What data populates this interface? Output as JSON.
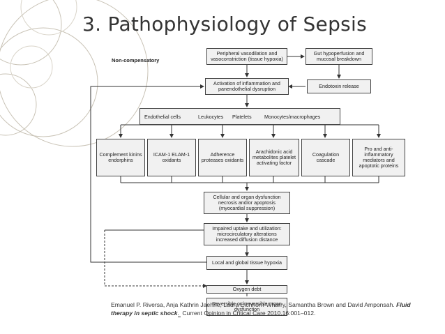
{
  "slide": {
    "title": "3. Pathophysiology of Sepsis"
  },
  "diagram": {
    "label": "Non-compensatory",
    "top_box": "Peripheral vasodilation and vasoconstriction (tissue hypoxia)",
    "gut_box": "Gut hypoperfusion and mucosal breakdown",
    "activation_box": "Activation of inflammation and panendothelial dysruption",
    "endotoxin_box": "Endotoxin release",
    "cells_row": [
      "Endothelial cells",
      "Leukocytes",
      "Platelets",
      "Monocytes/macrophages"
    ],
    "mediators": [
      "Complement kinins endorphins",
      "ICAM-1 ELAM-1 oxidants",
      "Adherence proteases oxidants",
      "Arachidonic acid metabolites platelet activating factor",
      "Coagulation cascade",
      "Pro and anti-inflammatory mediators and apoptotic proteins"
    ],
    "cellular_box": "Cellular and organ dysfunction necrosis and/or apoptosis (myocardial suppression)",
    "uptake_box": "Impaired uptake and utilization: microcirculatory alterations increased diffusion distance",
    "hypoxia_box": "Local and global tissue hypoxia",
    "oxygen_box": "Oxygen debt",
    "final_box": "Reversible or irreversible organ dysfunction"
  },
  "citation": {
    "authors": "Emanuel P. Riversa, Anja Kathrin Jaehne, Laura Eichhorn-Wharry, Samantha Brown and David Amponsah.",
    "title": "Fluid therapy in septic shock",
    "separator": ".",
    "source": "Current Opinion in Critical Care 2010,16:001–012."
  }
}
